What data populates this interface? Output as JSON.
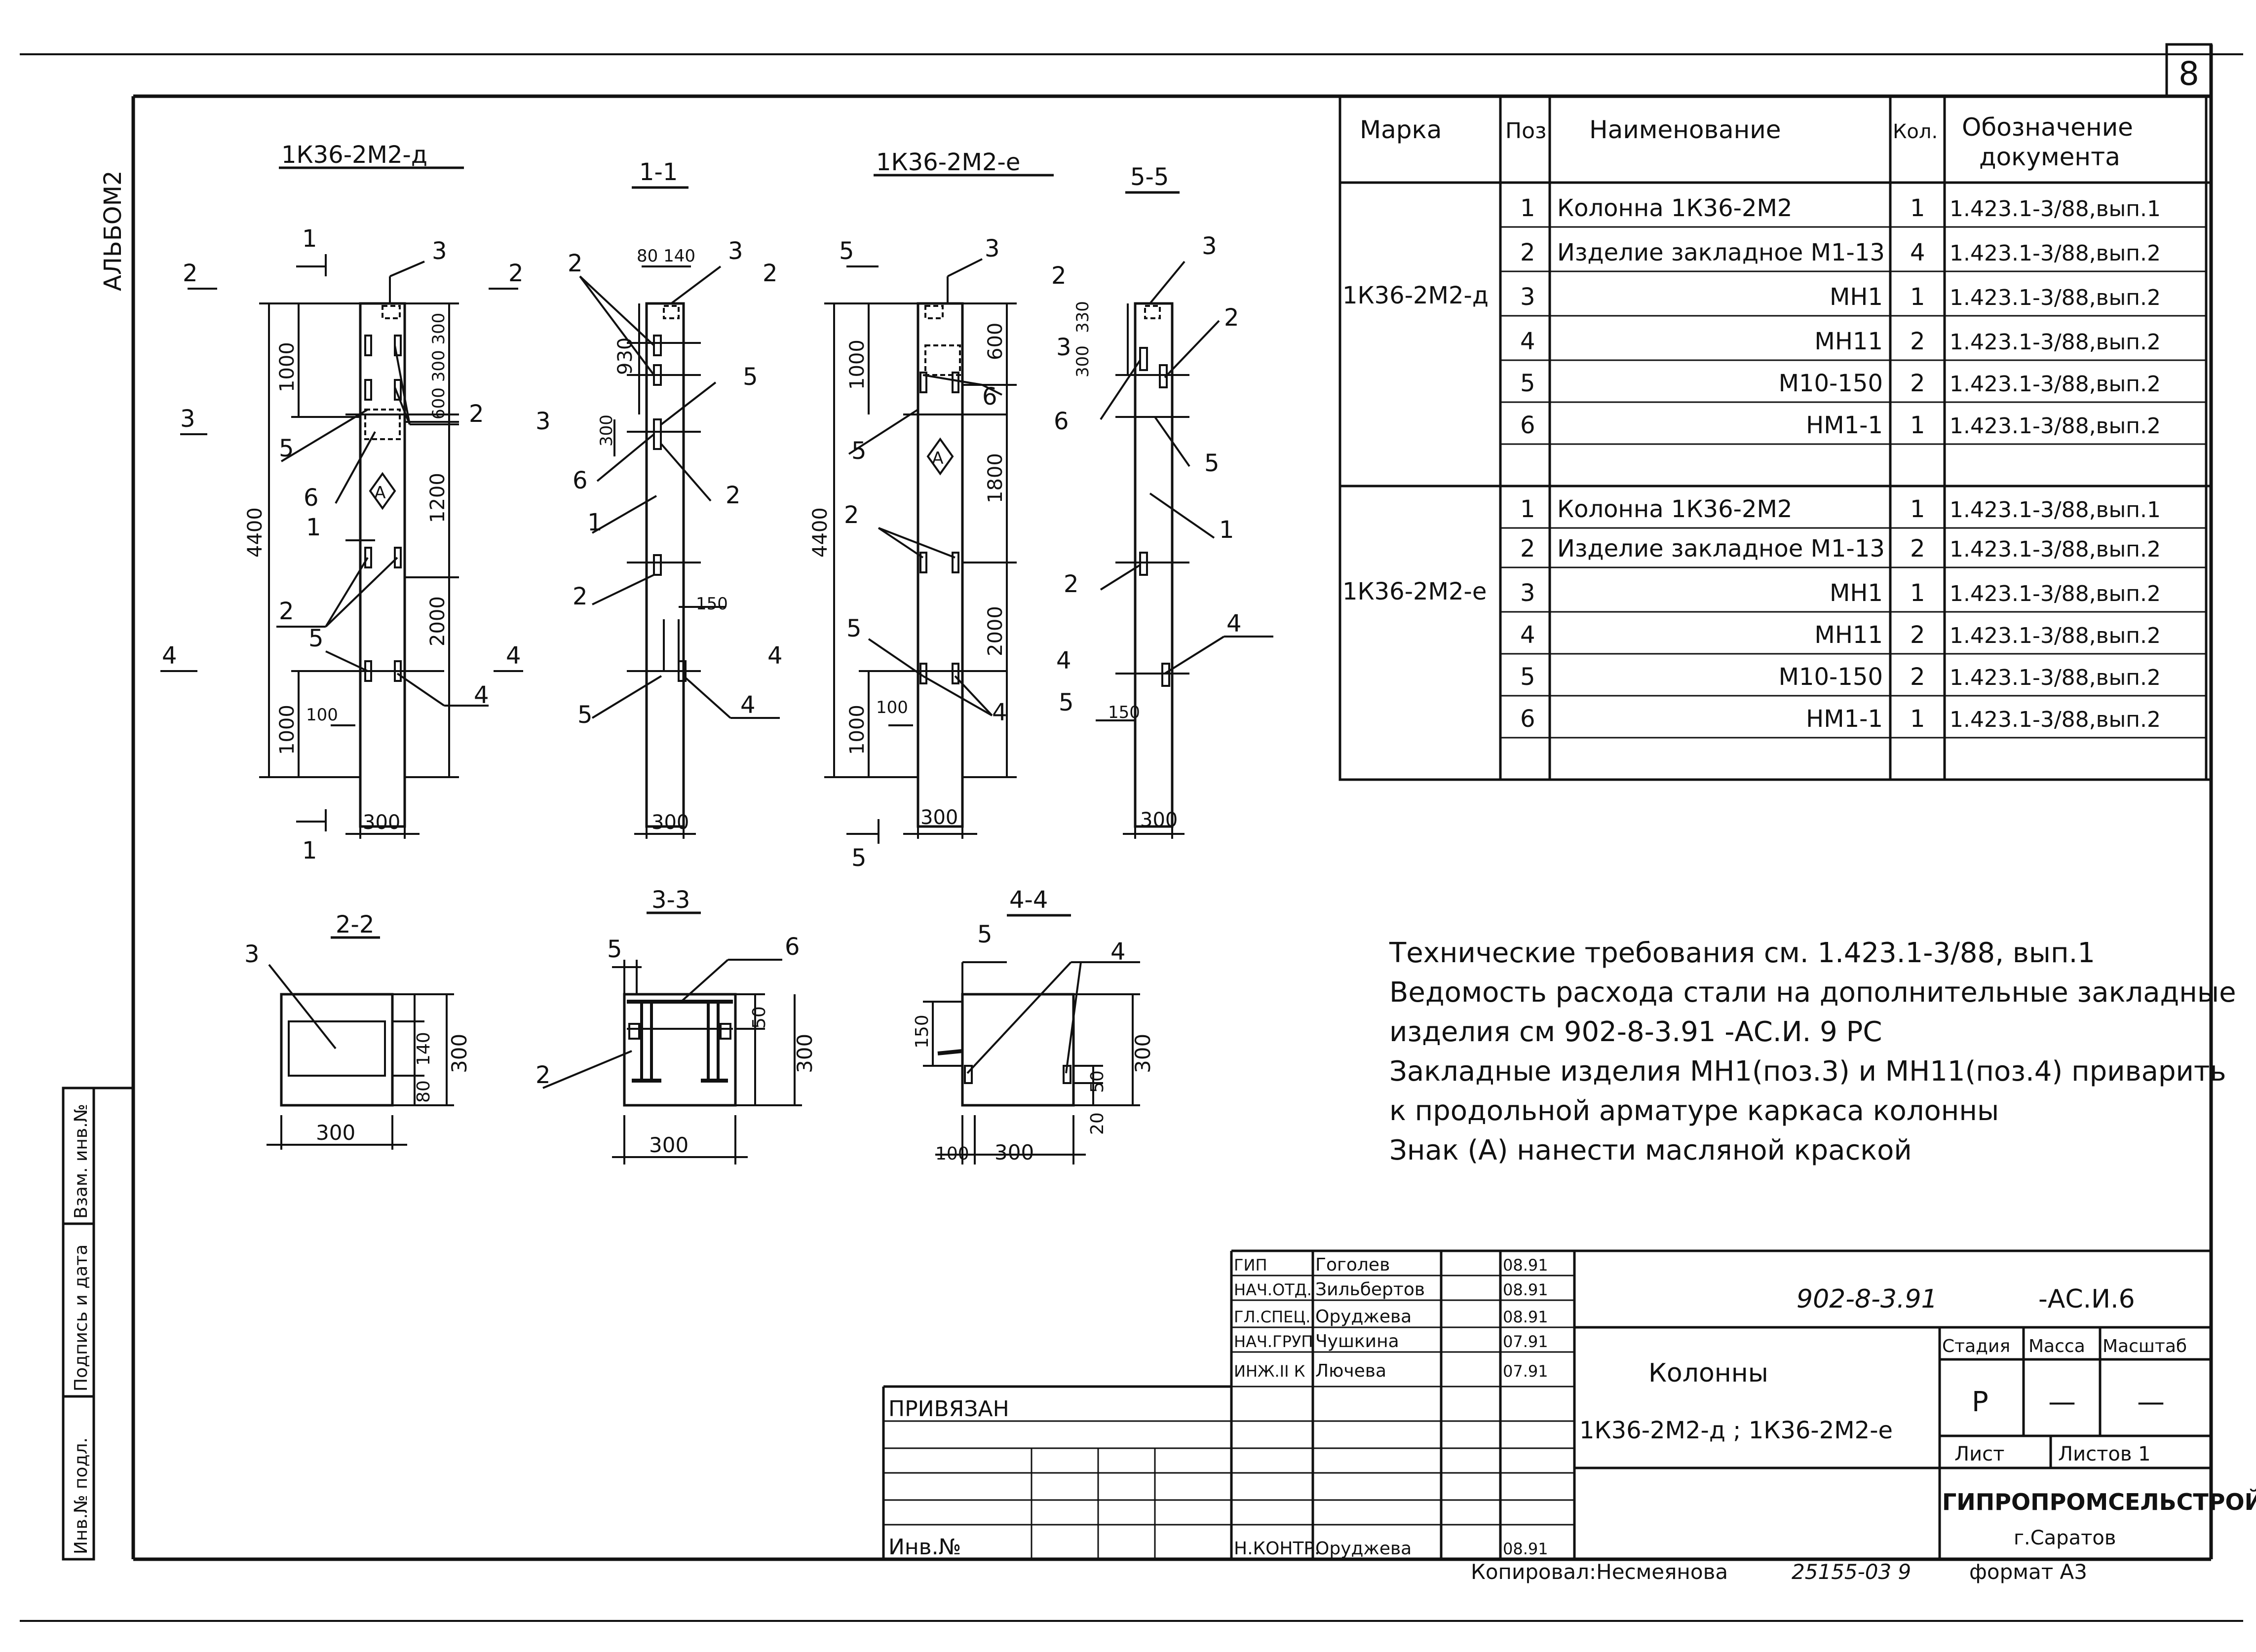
{
  "sheet_number": "8",
  "album_label": "АЛЬБОМ2",
  "views": {
    "elev_d_title": "1К36-2М2-д",
    "sec_1_title": "1-1",
    "elev_e_title": "1К36-2М2-е",
    "sec_5_title": "5-5",
    "sec_2_title": "2-2",
    "sec_3_title": "3-3",
    "sec_4_title": "4-4",
    "cut_1": "1",
    "cut_2": "2",
    "cut_3": "3",
    "cut_4": "4",
    "cut_5": "5",
    "mark_a": "А",
    "dims": {
      "d_4400": "4400",
      "d_1000_top": "1000",
      "d_1000_bot": "1000",
      "d_1200": "1200",
      "d_2000": "2000",
      "d_300_300": "600 300 300",
      "d_100": "100",
      "d_300": "300",
      "s1_80_140": "80 140",
      "s1_930": "930",
      "s1_300": "300",
      "s1_150": "150",
      "s1_300w": "300",
      "e_4400": "4400",
      "e_1000_top": "1000",
      "e_1000_bot": "1000",
      "e_600": "600",
      "e_1800": "1800",
      "e_2000": "2000",
      "e_100": "100",
      "e_300": "300",
      "s5_330": "330",
      "s5_300": "300",
      "s5_150": "150",
      "s5_300w": "300",
      "s22_140": "140",
      "s22_80": "80",
      "s22_300h": "300",
      "s22_300w": "300",
      "s33_50": "50",
      "s33_300h": "300",
      "s33_300w": "300",
      "s44_150": "150",
      "s44_50": "50",
      "s44_20": "20",
      "s44_300h": "300",
      "s44_100": "100",
      "s44_300w": "300"
    },
    "leaders": {
      "p1": "1",
      "p2": "2",
      "p3": "3",
      "p4": "4",
      "p5": "5",
      "p6": "6"
    }
  },
  "spec_table": {
    "headers": {
      "mark": "Марка",
      "pos": "Поз",
      "name": "Наименование",
      "qty": "Кол.",
      "doc": "Обозначение",
      "doc2": "документа"
    },
    "groups": [
      {
        "mark": "1К36-2М2-д",
        "rows": [
          {
            "pos": "1",
            "name": "Колонна 1К36-2М2",
            "qty": "1",
            "doc": "1.423.1-3/88,вып.1"
          },
          {
            "pos": "2",
            "name": "Изделие закладное М1-13",
            "qty": "4",
            "doc": "1.423.1-3/88,вып.2"
          },
          {
            "pos": "3",
            "name": "МН1",
            "qty": "1",
            "doc": "1.423.1-3/88,вып.2"
          },
          {
            "pos": "4",
            "name": "МН11",
            "qty": "2",
            "doc": "1.423.1-3/88,вып.2"
          },
          {
            "pos": "5",
            "name": "М10-150",
            "qty": "2",
            "doc": "1.423.1-3/88,вып.2"
          },
          {
            "pos": "6",
            "name": "НМ1-1",
            "qty": "1",
            "doc": "1.423.1-3/88,вып.2"
          }
        ]
      },
      {
        "mark": "1К36-2М2-е",
        "rows": [
          {
            "pos": "1",
            "name": "Колонна 1К36-2М2",
            "qty": "1",
            "doc": "1.423.1-3/88,вып.1"
          },
          {
            "pos": "2",
            "name": "Изделие закладное М1-13",
            "qty": "2",
            "doc": "1.423.1-3/88,вып.2"
          },
          {
            "pos": "3",
            "name": "МН1",
            "qty": "1",
            "doc": "1.423.1-3/88,вып.2"
          },
          {
            "pos": "4",
            "name": "МН11",
            "qty": "2",
            "doc": "1.423.1-3/88,вып.2"
          },
          {
            "pos": "5",
            "name": "М10-150",
            "qty": "2",
            "doc": "1.423.1-3/88,вып.2"
          },
          {
            "pos": "6",
            "name": "НМ1-1",
            "qty": "1",
            "doc": "1.423.1-3/88,вып.2"
          }
        ]
      }
    ]
  },
  "notes": [
    "Технические требования см. 1.423.1-3/88, вып.1",
    "Ведомость расхода стали на дополнительные закладные",
    "изделия см 902-8-3.91 -АС.И. 9 РС",
    "Закладные изделия МН1(поз.3) и МН11(поз.4) приварить",
    "к продольной арматуре каркаса колонны",
    "Знак (А) нанести масляной краской"
  ],
  "title_block": {
    "doc_code": "902-8-3.91",
    "doc_suffix": "-АС.И.6",
    "roles": [
      {
        "role": "ГИП",
        "name": "Гоголев",
        "date": "08.91"
      },
      {
        "role": "НАЧ.ОТД.",
        "name": "Зильбертов",
        "date": "08.91"
      },
      {
        "role": "ГЛ.СПЕЦ.",
        "name": "Оруджева",
        "date": "08.91"
      },
      {
        "role": "НАЧ.ГРУП",
        "name": "Чушкина",
        "date": "07.91"
      },
      {
        "role": "ИНЖ.II К",
        "name": "Лючева",
        "date": "07.91"
      }
    ],
    "control": {
      "role": "Н.КОНТР.",
      "name": "Оруджева",
      "date": "08.91"
    },
    "title_1": "Колонны",
    "title_2": "1К36-2М2-д ; 1К36-2М2-е",
    "stage_label": "Стадия",
    "mass_label": "Масса",
    "scale_label": "Масштаб",
    "stage_value": "Р",
    "mass_value": "—",
    "scale_value": "—",
    "sheet_label": "Лист",
    "sheets_label": "Листов 1",
    "org": "ГИПРОПРОМСЕЛЬСТРОЙ",
    "city": "г.Саратов",
    "privyazan": "ПРИВЯЗАН",
    "inv_label": "Инв.№",
    "copied": "Копировал:Несмеянова",
    "order": "25155-03 9",
    "format": "формат А3"
  },
  "side_stamp": {
    "c1": "Инв.№ подл.",
    "c2": "Подпись и дата",
    "c3": "Взам. инв.№"
  }
}
